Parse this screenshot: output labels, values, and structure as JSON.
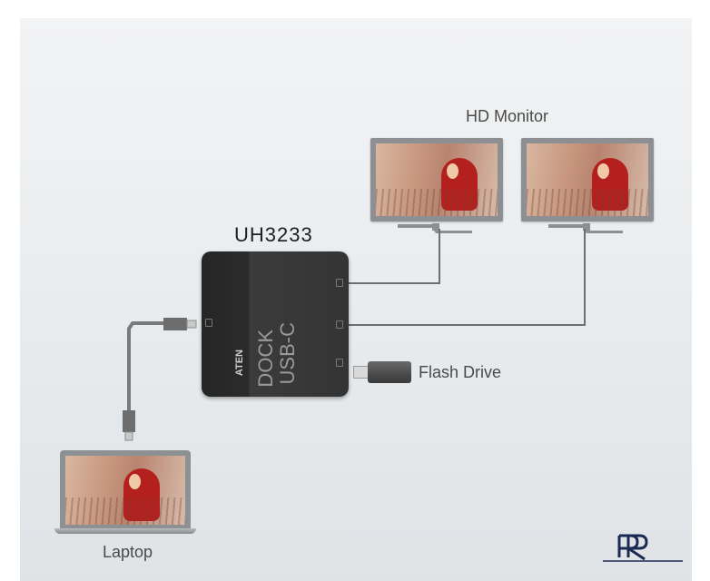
{
  "title": "UH3233",
  "labels": {
    "hd_monitor": "HD Monitor",
    "flash_drive": "Flash Drive",
    "laptop": "Laptop"
  },
  "dock": {
    "brand": "ATEN",
    "text_line1": "USB-C",
    "text_line2": "DOCK"
  },
  "logo_text": "FR",
  "colors": {
    "cable": "#6f6f6f",
    "dock_body": "#2e2e2e",
    "hood_red": "#b3201e",
    "monitor_frame": "#8d8f92"
  }
}
